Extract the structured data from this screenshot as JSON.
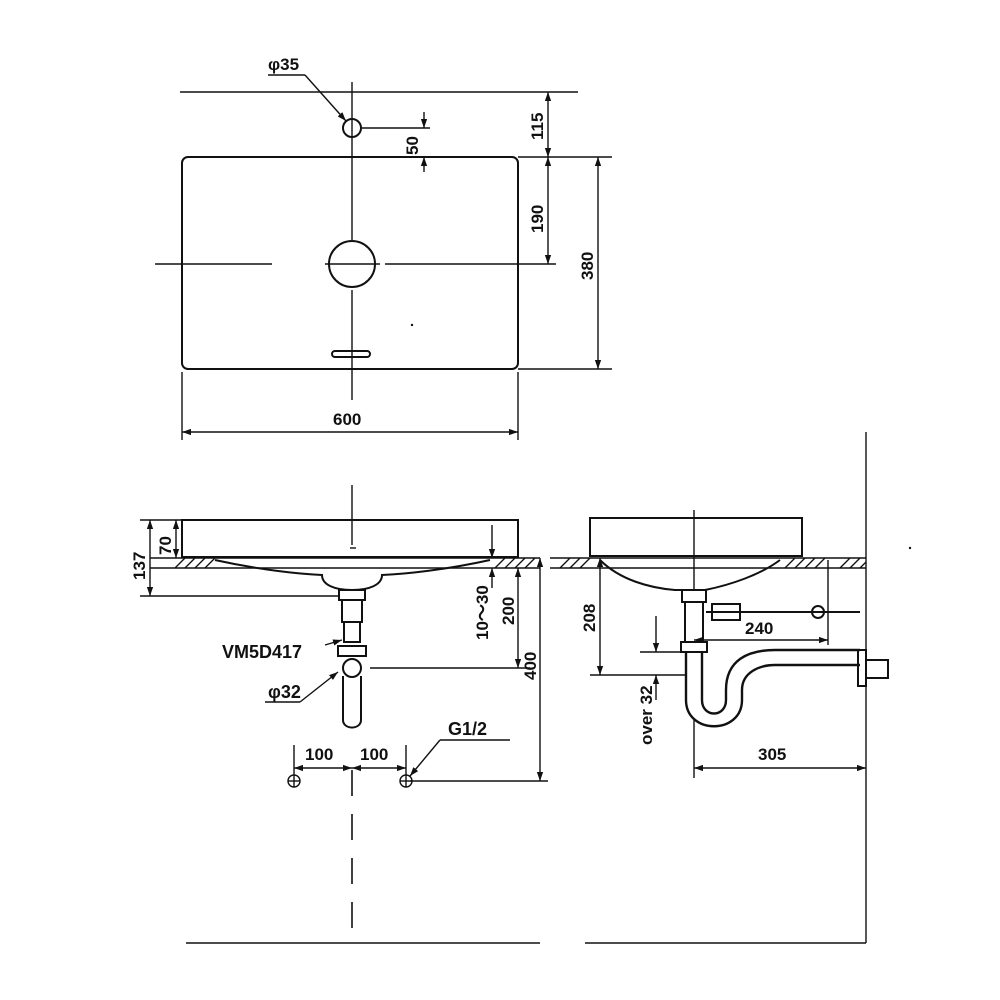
{
  "top_view": {
    "tap_hole_diameter": "φ35",
    "tap_offset": "50",
    "tap_to_edge": "115",
    "drain_to_edge": "190",
    "basin_depth": "380",
    "basin_width": "600"
  },
  "front_view": {
    "basin_height": "137",
    "bowl_height": "70",
    "counter_thickness": "10～30",
    "trap_length": "200",
    "supply_height": "400",
    "trap_model": "VM5D417",
    "waste_diameter": "φ32",
    "supply_left_spacing": "100",
    "supply_right_spacing": "100",
    "supply_thread": "G1/2"
  },
  "side_view": {
    "drain_depth": "208",
    "supply_projection": "240",
    "trap_adjust": "over 32",
    "wall_distance": "305"
  }
}
